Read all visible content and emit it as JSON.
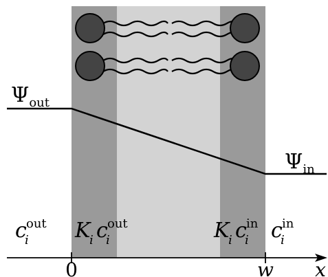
{
  "potential": {
    "outside": {
      "symbol": "Ψ",
      "subscript": "out"
    },
    "inside": {
      "symbol": "Ψ",
      "subscript": "in"
    }
  },
  "concentrations": {
    "outside": {
      "base": "c",
      "subscript": "i",
      "superscript": "out"
    },
    "membrane_outer": {
      "coefficient": "K",
      "coefficient_sub": "i",
      "base": "c",
      "subscript": "i",
      "superscript": "out"
    },
    "membrane_inner": {
      "coefficient": "K",
      "coefficient_sub": "i",
      "base": "c",
      "subscript": "i",
      "superscript": "in"
    },
    "inside": {
      "base": "c",
      "subscript": "i",
      "superscript": "in"
    }
  },
  "axis": {
    "origin_label": "0",
    "width_label": "w",
    "variable_label": "x"
  },
  "colors": {
    "headgroup_region": "#9a9a9a",
    "tail_region": "#d3d3d3",
    "headgroup": "#444444",
    "line": "#000000"
  }
}
